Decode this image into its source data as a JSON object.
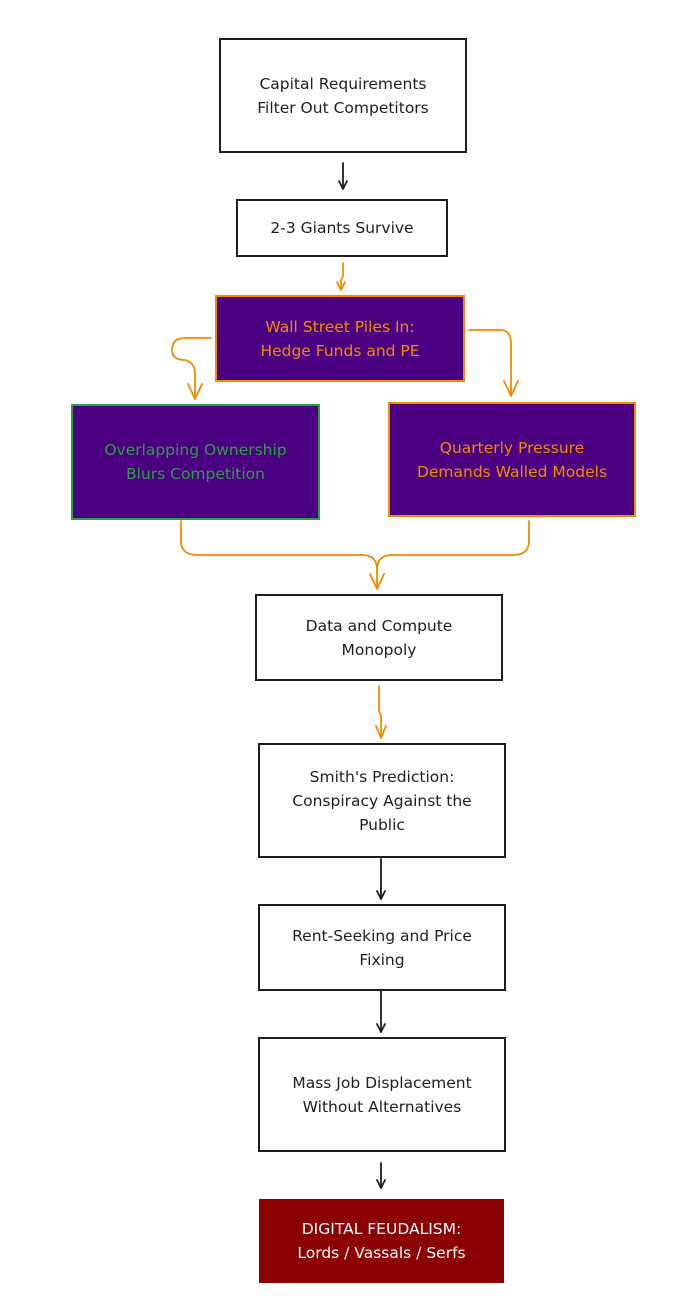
{
  "colors": {
    "ink": "#1e1e1e",
    "orange": "#f08c00",
    "green": "#2f9e44",
    "purple_fill": "#4b0082",
    "dark_red_fill": "#8b0000",
    "white": "#ffffff"
  },
  "nodes": [
    {
      "id": "capital-requirements",
      "text": "Capital Requirements\nFilter Out Competitors",
      "style": "plain"
    },
    {
      "id": "giants-survive",
      "text": "2-3 Giants Survive",
      "style": "plain"
    },
    {
      "id": "wall-street",
      "text": "Wall Street Piles In:\nHedge Funds and PE",
      "style": "purple-orange"
    },
    {
      "id": "overlapping-ownership",
      "text": "Overlapping Ownership\nBlurs Competition",
      "style": "purple-green"
    },
    {
      "id": "quarterly-pressure",
      "text": "Quarterly Pressure\nDemands Walled Models",
      "style": "purple-orange"
    },
    {
      "id": "data-compute",
      "text": "Data and Compute\nMonopoly",
      "style": "plain"
    },
    {
      "id": "smiths-prediction",
      "text": "Smith's Prediction:\nConspiracy Against the\nPublic",
      "style": "plain"
    },
    {
      "id": "rent-seeking",
      "text": "Rent-Seeking and Price\nFixing",
      "style": "plain"
    },
    {
      "id": "job-displacement",
      "text": "Mass Job Displacement\nWithout Alternatives",
      "style": "plain"
    },
    {
      "id": "digital-feudalism",
      "text": "DIGITAL FEUDALISM:\nLords / Vassals / Serfs",
      "style": "darkred"
    }
  ],
  "edges": [
    {
      "from": "capital-requirements",
      "to": "giants-survive",
      "color": "ink"
    },
    {
      "from": "giants-survive",
      "to": "wall-street",
      "color": "orange"
    },
    {
      "from": "wall-street",
      "to": "overlapping-ownership",
      "color": "orange"
    },
    {
      "from": "wall-street",
      "to": "quarterly-pressure",
      "color": "orange"
    },
    {
      "from": "overlapping-ownership",
      "to": "data-compute",
      "color": "orange"
    },
    {
      "from": "quarterly-pressure",
      "to": "data-compute",
      "color": "orange"
    },
    {
      "from": "data-compute",
      "to": "smiths-prediction",
      "color": "orange"
    },
    {
      "from": "smiths-prediction",
      "to": "rent-seeking",
      "color": "ink"
    },
    {
      "from": "rent-seeking",
      "to": "job-displacement",
      "color": "ink"
    },
    {
      "from": "job-displacement",
      "to": "digital-feudalism",
      "color": "ink"
    }
  ]
}
